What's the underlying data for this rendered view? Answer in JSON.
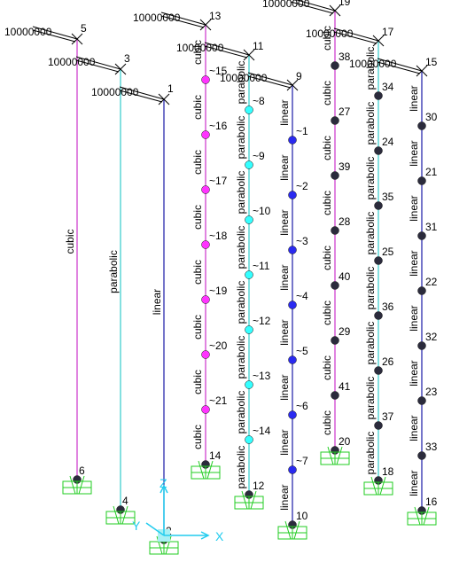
{
  "colors": {
    "cubic": "#cc33cc",
    "parabolic": "#33cccc",
    "linear": "#1a1aa6",
    "cubic_node": "#ff33ff",
    "parabolic_node": "#33ffff",
    "linear_node": "#2a2af0",
    "dark_node": "#2b2b3c",
    "support": "#22cc22",
    "axis": "#22ccee"
  },
  "load_value": "10000000",
  "axes": {
    "x": "X",
    "y": "Y",
    "z": "Z"
  },
  "single_columns": [
    {
      "type": "cubic",
      "label": "cubic",
      "top_node": "5",
      "bottom_node": "6"
    },
    {
      "type": "parabolic",
      "label": "parabolic",
      "top_node": "3",
      "bottom_node": "4"
    },
    {
      "type": "linear",
      "label": "linear",
      "top_node": "1",
      "bottom_node": "2"
    }
  ],
  "multi_columns": [
    {
      "type": "cubic",
      "label": "cubic",
      "top_node": "13",
      "second_node": "~15",
      "bottom_node": "14",
      "interior_nodes": [
        "~16",
        "~17",
        "~18",
        "~19",
        "~20",
        "~21"
      ]
    },
    {
      "type": "parabolic",
      "label": "parabolic",
      "top_node": "11",
      "second_node": "~8",
      "bottom_node": "12",
      "interior_nodes": [
        "~9",
        "~10",
        "~11",
        "~12",
        "~13",
        "~14"
      ]
    },
    {
      "type": "linear",
      "label": "linear",
      "top_node": "9",
      "second_node": "~1",
      "bottom_node": "10",
      "interior_nodes": [
        "~2",
        "~3",
        "~4",
        "~5",
        "~6",
        "~7"
      ]
    },
    {
      "type": "cubic",
      "label": "cubic",
      "top_node": "19",
      "second_node": "38",
      "bottom_node": "20",
      "interior_nodes": [
        "27",
        "39",
        "28",
        "40",
        "29",
        "41"
      ]
    },
    {
      "type": "parabolic",
      "label": "parabolic",
      "top_node": "17",
      "second_node": "34",
      "bottom_node": "18",
      "interior_nodes": [
        "24",
        "35",
        "25",
        "36",
        "26",
        "37"
      ]
    },
    {
      "type": "linear",
      "label": "linear",
      "top_node": "15",
      "second_node": "30",
      "bottom_node": "16",
      "interior_nodes": [
        "21",
        "31",
        "22",
        "32",
        "23",
        "33"
      ]
    }
  ]
}
